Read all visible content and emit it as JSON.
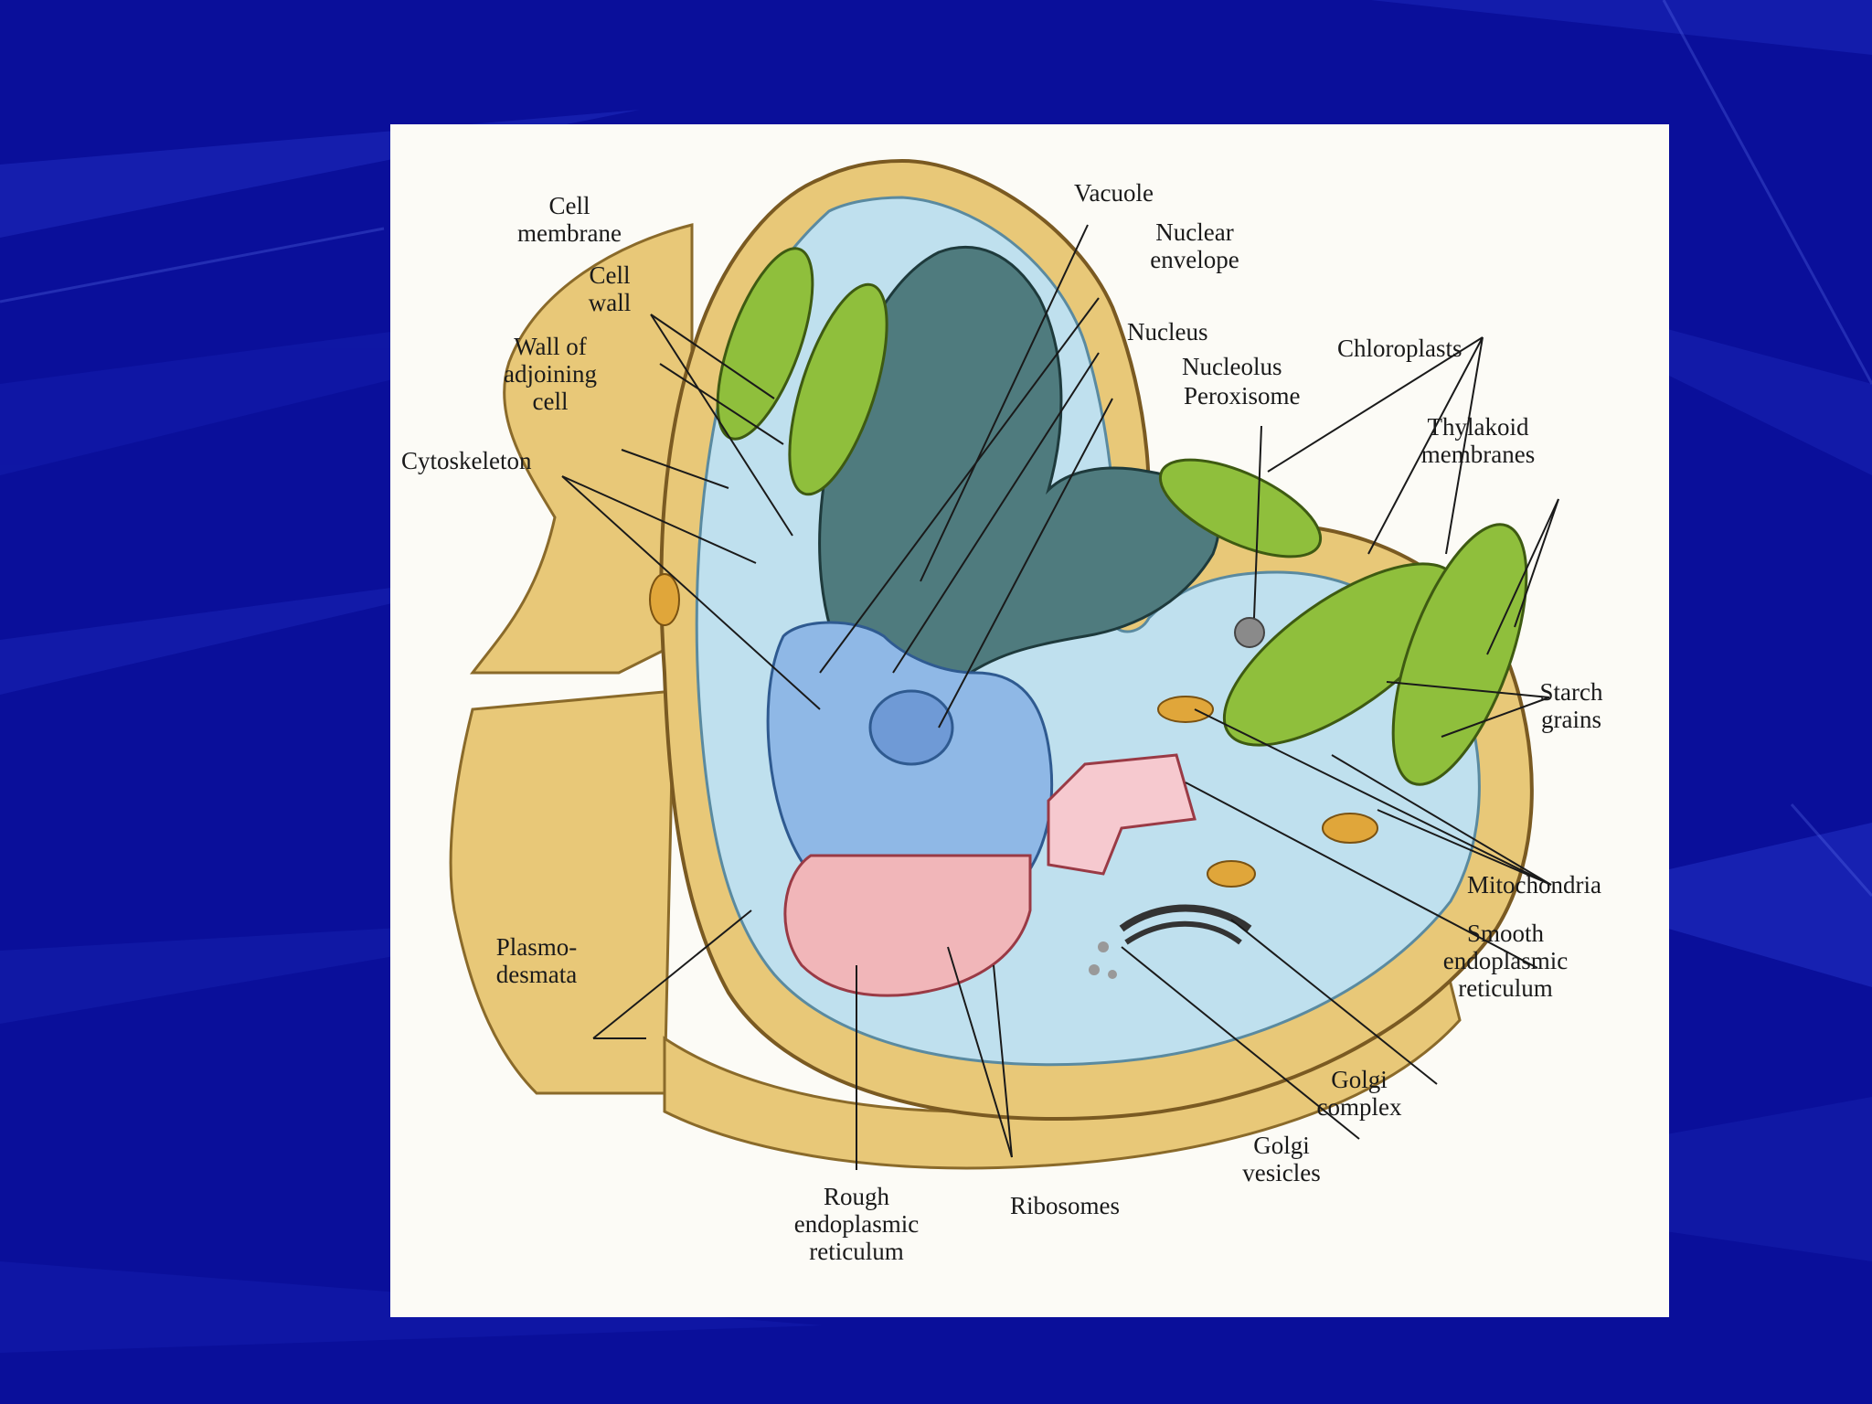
{
  "diagram": {
    "labels": {
      "cell_membrane": "Cell\nmembrane",
      "cell_wall": "Cell\nwall",
      "wall_of_adjoining_cell": "Wall of\nadjoining\ncell",
      "cytoskeleton": "Cytoskeleton",
      "plasmodesmata": "Plasmo-\ndesmata",
      "vacuole": "Vacuole",
      "nuclear_envelope": "Nuclear\nenvelope",
      "nucleus": "Nucleus",
      "nucleolus": "Nucleolus",
      "peroxisome": "Peroxisome",
      "chloroplasts": "Chloroplasts",
      "thylakoid_membranes": "Thylakoid\nmembranes",
      "starch_grains": "Starch\ngrains",
      "mitochondria": "Mitochondria",
      "smooth_er": "Smooth\nendoplasmic\nreticulum",
      "golgi_complex": "Golgi\ncomplex",
      "golgi_vesicles": "Golgi\nvesicles",
      "ribosomes": "Ribosomes",
      "rough_er": "Rough\nendoplasmic\nreticulum"
    },
    "colors": {
      "slide_background": "#0a0f9a",
      "panel": "#fcfbf6",
      "cell_wall": "#e8c878",
      "cytoplasm": "#bfe0ee",
      "vacuole": "#4f7b7e",
      "chloroplast": "#8fbf3c",
      "rough_er": "#f1b6b9",
      "mitochondria": "#e0a63a",
      "nucleus": "#8fb8e6"
    }
  }
}
